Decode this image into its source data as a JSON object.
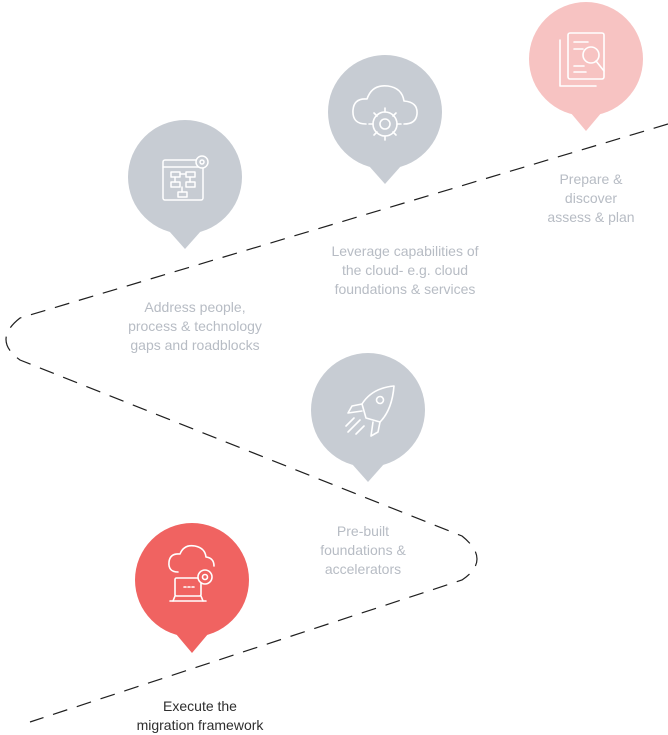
{
  "colors": {
    "pin_default": "#c7ccd3",
    "pin_prepare": "#f7c3c2",
    "pin_active": "#f06361",
    "path_line": "#1f1f1f",
    "label_muted": "#b7bcc4",
    "label_active": "#2e2e2e"
  },
  "steps": [
    {
      "icon": "document-search-icon",
      "lines": [
        "Prepare &",
        "discover",
        "assess & plan"
      ]
    },
    {
      "icon": "cloud-gear-icon",
      "lines": [
        "Leverage capabilities of",
        "the cloud- e.g. cloud",
        "foundations & services"
      ]
    },
    {
      "icon": "flowchart-window-gear-icon",
      "lines": [
        "Address people,",
        "process & technology",
        "gaps and roadblocks"
      ]
    },
    {
      "icon": "rocket-icon",
      "lines": [
        "Pre-built",
        "foundations &",
        "accelerators"
      ]
    },
    {
      "icon": "cloud-laptop-gear-icon",
      "lines": [
        "Execute the",
        "migration framework"
      ]
    }
  ]
}
